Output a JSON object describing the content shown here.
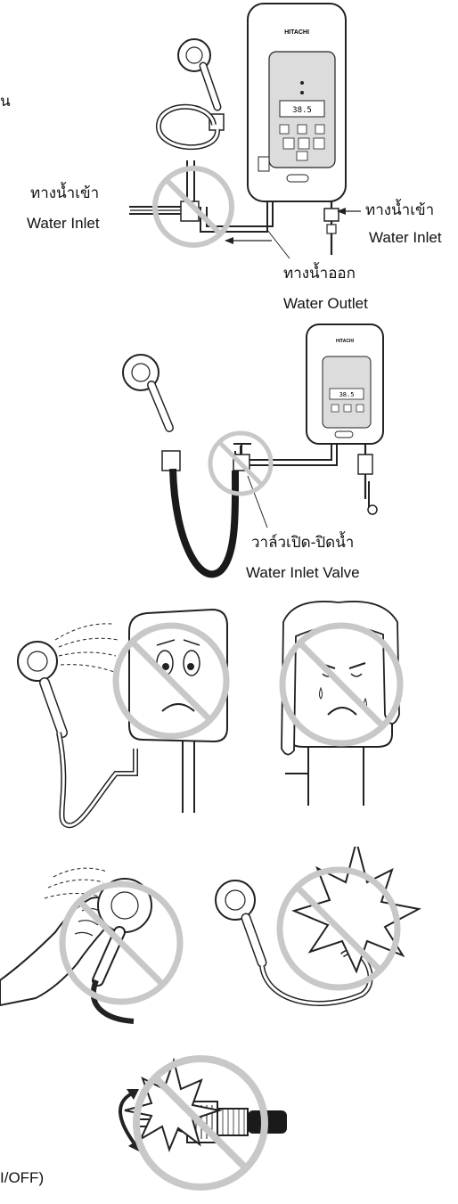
{
  "fragments": {
    "left_edge_top": "น",
    "left_edge_bottom": "I/OFF)"
  },
  "heater": {
    "brand": "HITACHI",
    "brand_small": "HITACHI",
    "display_reading": "38.5",
    "display_small": "38.5"
  },
  "labels": {
    "inlet_left_th": "ทางน้ำเข้า",
    "inlet_left_en": "Water Inlet",
    "inlet_right_th": "ทางน้ำเข้า",
    "inlet_right_en": "Water Inlet",
    "outlet_th": "ทางน้ำออก",
    "outlet_en": "Water Outlet",
    "valve_th": "วาล์วเปิด-ปิดน้ำ",
    "valve_en": "Water Inlet Valve"
  },
  "colors": {
    "prohibit": "#c8c8c8",
    "line": "#222222",
    "panel": "#dcdcdc",
    "hose_dark": "#1a1a1a"
  },
  "icons": [
    "prohibition-sign-icon",
    "shower-head-icon",
    "water-heater-icon",
    "hand-icon",
    "explosion-icon",
    "valve-icon"
  ]
}
